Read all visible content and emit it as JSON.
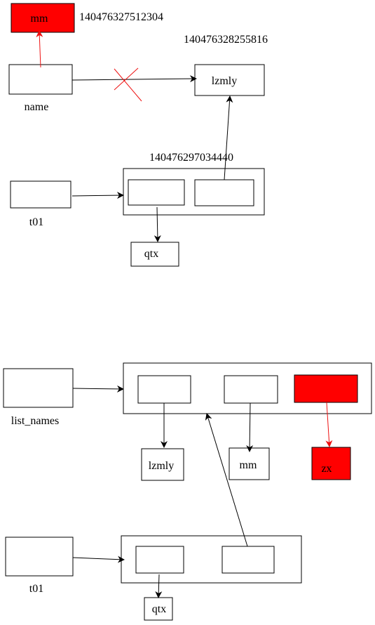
{
  "diagram_top": {
    "address_mm": "140476327512304",
    "address_lzmly": "140476328255816",
    "address_tuple": "140476297034440",
    "value_mm": "mm",
    "value_lzmly": "lzmly",
    "value_qtx": "qtx",
    "var_name": "name",
    "var_t01": "t01"
  },
  "diagram_bottom": {
    "var_list_names": "list_names",
    "value_lzmly": "lzmly",
    "value_mm": "mm",
    "value_zx": "zx",
    "value_qtx": "qtx",
    "var_t01": "t01"
  },
  "colors": {
    "highlight": "#ff0000",
    "arrow_highlight": "#ee1111",
    "stroke": "#000000"
  }
}
